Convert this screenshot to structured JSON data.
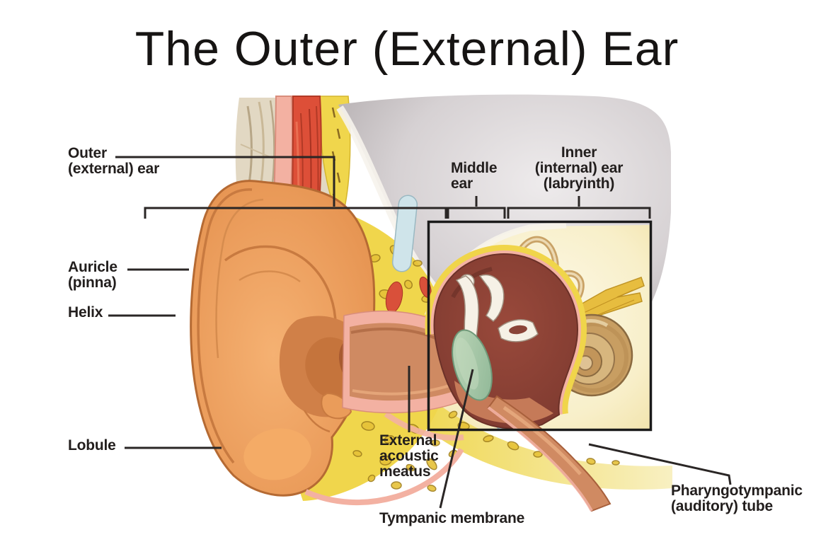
{
  "title": "The Outer (External) Ear",
  "labels": {
    "outer_ear": {
      "line1": "Outer",
      "line2": "(external) ear"
    },
    "middle_ear": {
      "line1": "Middle",
      "line2": "ear"
    },
    "inner_ear": {
      "line1": "Inner",
      "line2": "(internal) ear",
      "line3": "(labryinth)"
    },
    "auricle": {
      "line1": "Auricle",
      "line2": "(pinna)"
    },
    "helix": "Helix",
    "lobule": "Lobule",
    "external_acoustic_meatus": {
      "line1": "External",
      "line2": "acoustic",
      "line3": "meatus"
    },
    "tympanic_membrane": "Tympanic membrane",
    "pharyngotympanic": {
      "line1": "Pharyngotympanic",
      "line2": "(auditory) tube"
    }
  },
  "colors": {
    "ink": "#2a2625",
    "skin_orange": "#eb9d5c",
    "skin_pink": "#f3b1a2",
    "muscle_red": "#dd4f38",
    "bone_yellow": "#f0d64c",
    "cranial_gray": "#c2bcbe",
    "box_cream": "#faf4da",
    "cavity_maroon": "#8a4438",
    "membrane_teal": "#a3c4aa",
    "cochlea_tan": "#c89e62",
    "cartilage_blue": "#cfe4ea"
  }
}
